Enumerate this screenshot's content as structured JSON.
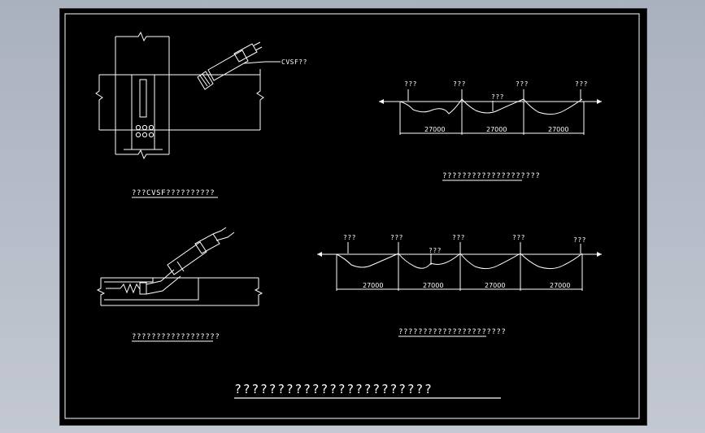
{
  "drawing": {
    "main_title": "???????????????????????",
    "detail_top_left": {
      "callout": "CVSF??",
      "caption": "???CVSF??????????"
    },
    "detail_bottom_left": {
      "caption": "??????????????????"
    },
    "profile_top": {
      "markers": [
        "???",
        "???",
        "???",
        "???",
        "???"
      ],
      "dims": [
        "27000",
        "27000",
        "27000"
      ],
      "caption": "????????????????????"
    },
    "profile_bottom": {
      "markers": [
        "???",
        "???",
        "???",
        "???",
        "???",
        "???"
      ],
      "dims": [
        "27000",
        "27000",
        "27000",
        "27000"
      ],
      "caption": "??????????????????????"
    }
  }
}
